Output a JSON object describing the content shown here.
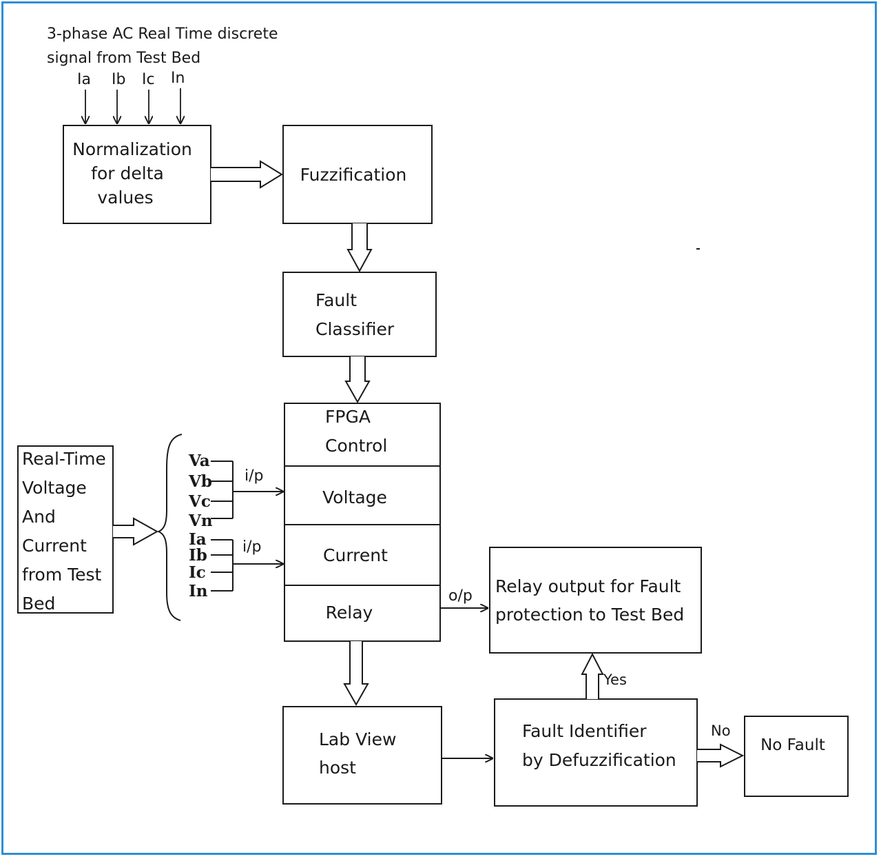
{
  "input_signal": {
    "title_line1": "3-phase AC Real Time discrete",
    "title_line2": "signal from Test Bed",
    "channels": [
      "Ia",
      "Ib",
      "Ic",
      "In"
    ]
  },
  "blocks": {
    "normalization": [
      "Normalization",
      "for delta",
      "values"
    ],
    "fuzzification": "Fuzzification",
    "fault_classifier": [
      "Fault",
      "Classifier"
    ],
    "fpga_control": [
      "FPGA",
      "Control"
    ],
    "fpga_voltage": "Voltage",
    "fpga_current": "Current",
    "fpga_relay": "Relay",
    "realtime_source": [
      "Real-Time",
      "Voltage",
      "And",
      "Current",
      "from Test",
      "Bed"
    ],
    "relay_output": [
      "Relay output for Fault",
      "protection to Test Bed"
    ],
    "labview_host": [
      "Lab View",
      "host"
    ],
    "fault_identifier": [
      "Fault Identifier",
      "by Defuzzification"
    ],
    "no_fault": "No Fault"
  },
  "signals": {
    "voltage": [
      "Va",
      "Vb",
      "Vc",
      "Vn"
    ],
    "current": [
      "Ia",
      "Ib",
      "Ic",
      "In"
    ]
  },
  "edge_labels": {
    "voltage_in": "i/p",
    "current_in": "i/p",
    "relay_out": "o/p",
    "yes": "Yes",
    "no": "No"
  },
  "colors": {
    "frame": "#2e8fd6",
    "stroke": "#1a1a1a"
  }
}
